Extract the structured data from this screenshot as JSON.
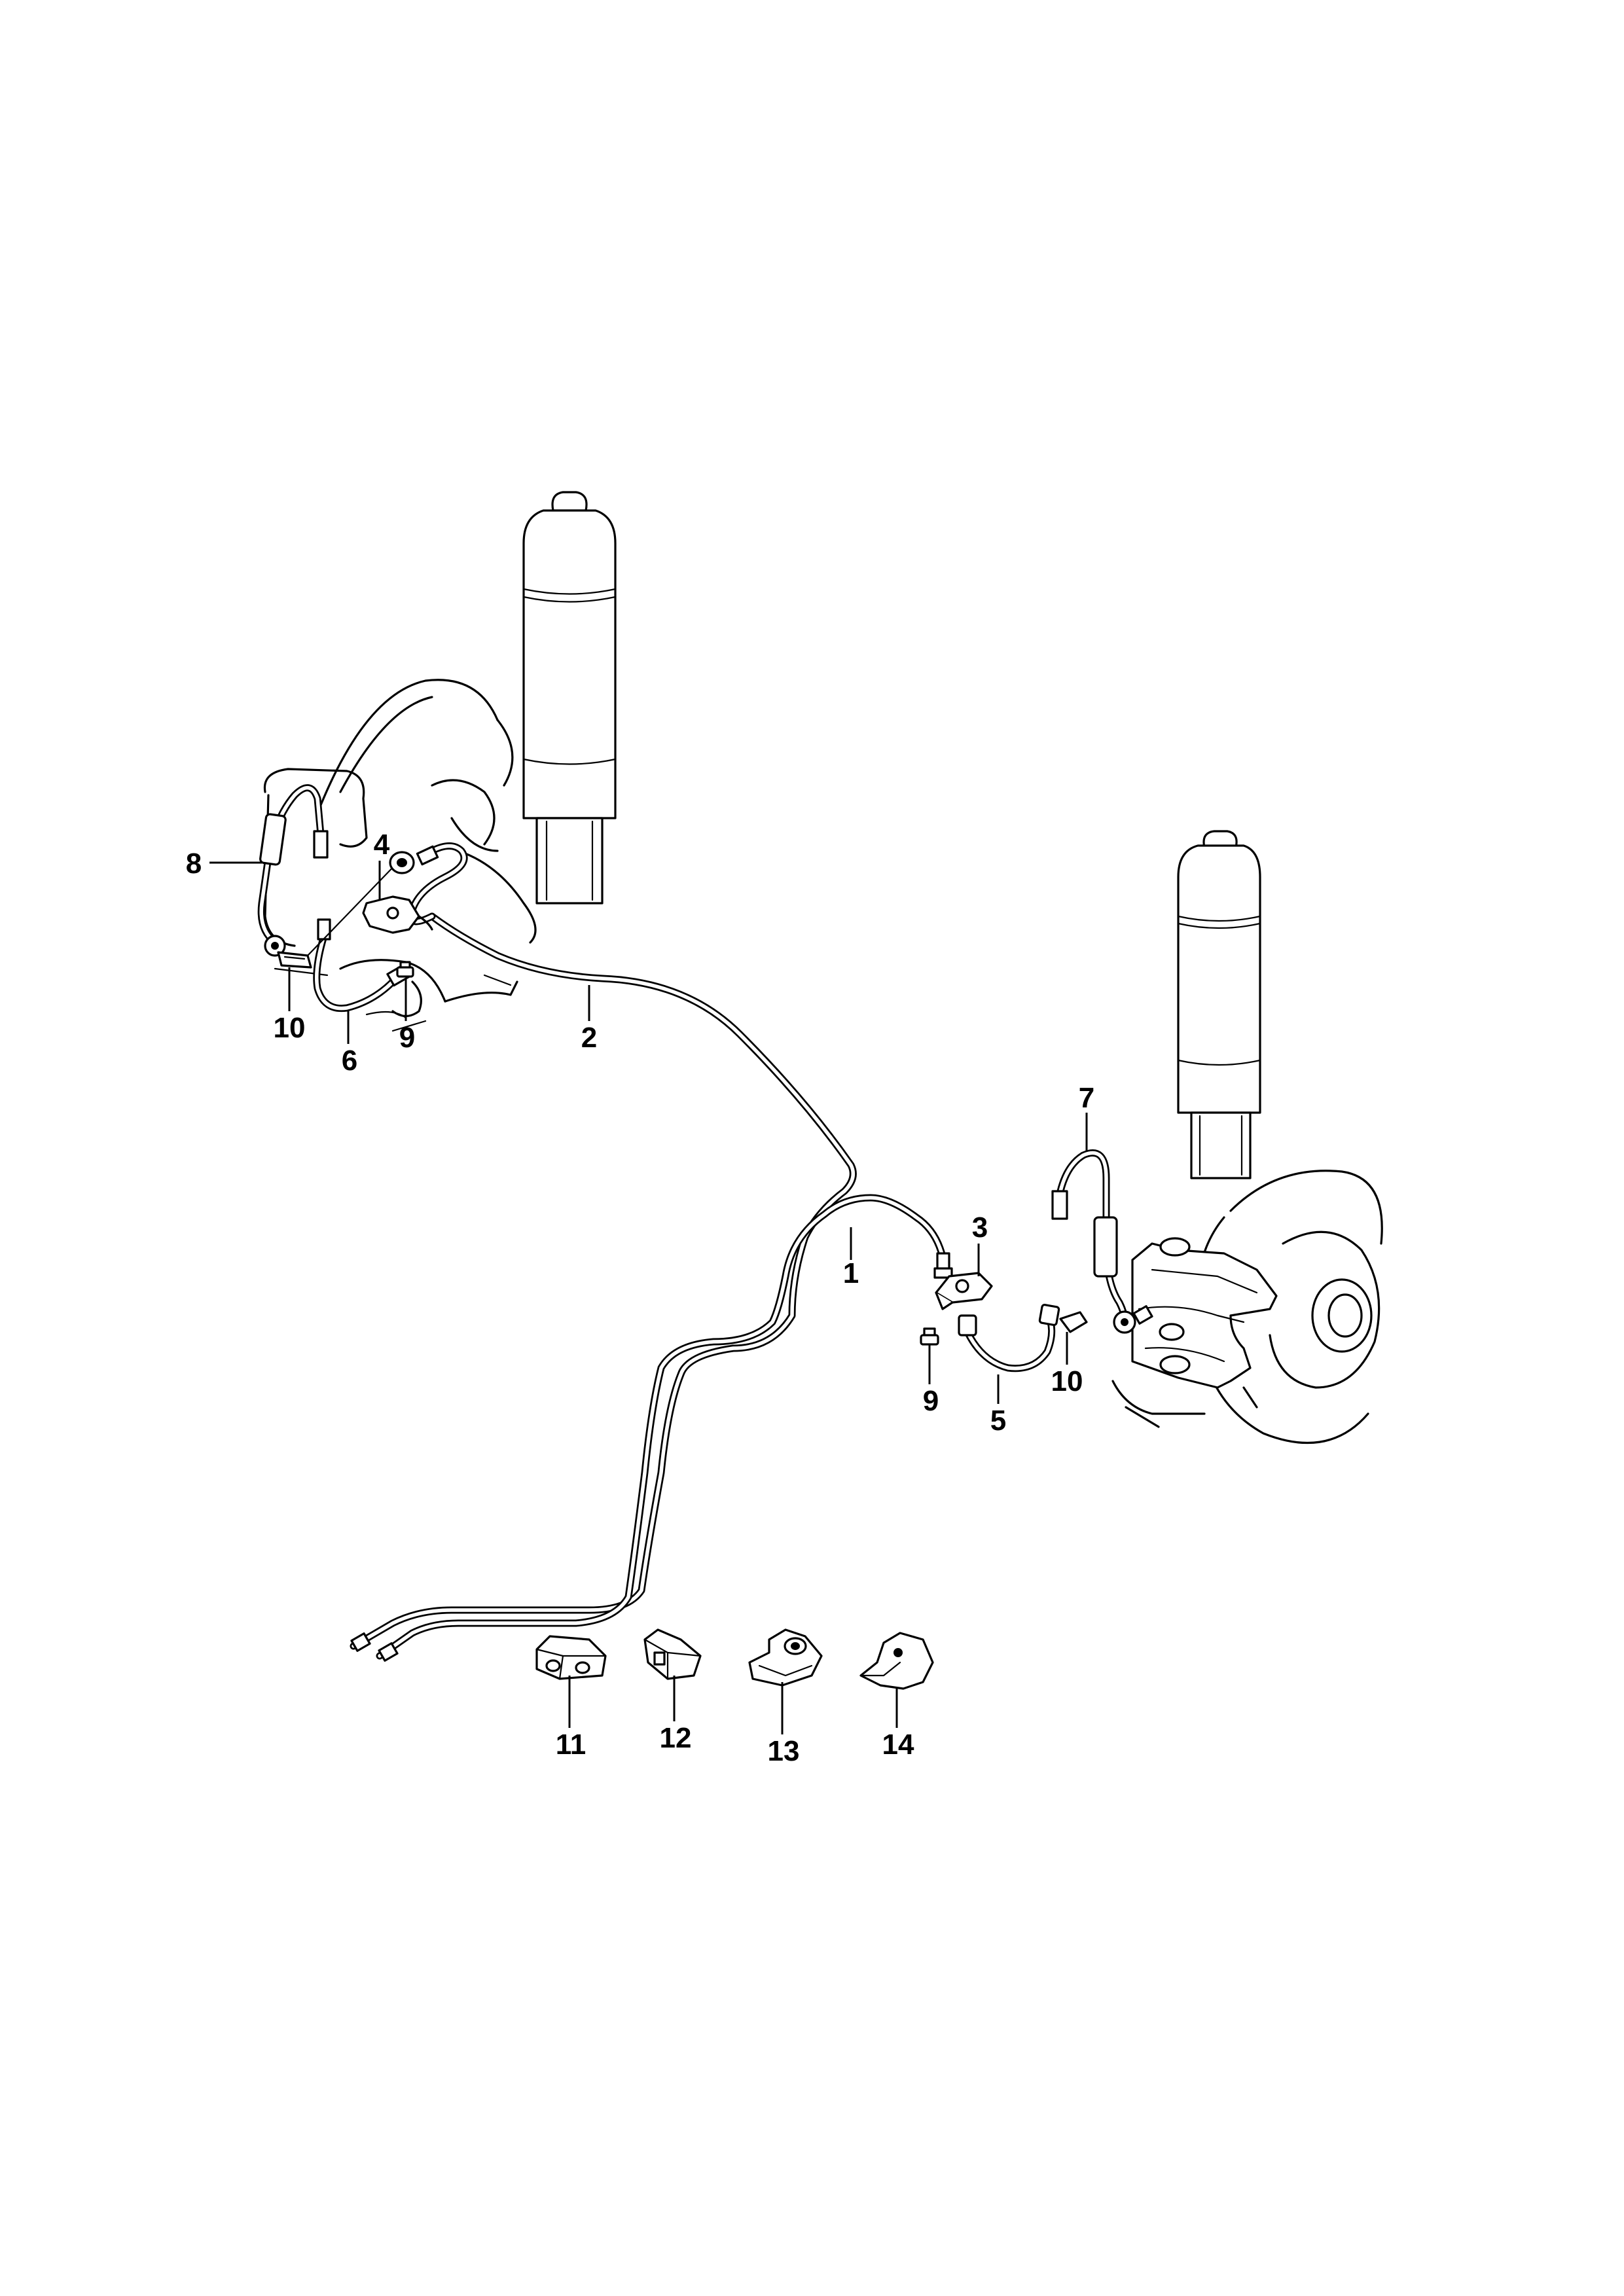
{
  "diagram": {
    "labels": [
      {
        "id": "l1",
        "text": "1"
      },
      {
        "id": "l2",
        "text": "2"
      },
      {
        "id": "l3",
        "text": "3"
      },
      {
        "id": "l4",
        "text": "4"
      },
      {
        "id": "l5",
        "text": "5"
      },
      {
        "id": "l6",
        "text": "6"
      },
      {
        "id": "l7",
        "text": "7"
      },
      {
        "id": "l8",
        "text": "8"
      },
      {
        "id": "l9a",
        "text": "9"
      },
      {
        "id": "l9b",
        "text": "9"
      },
      {
        "id": "l10a",
        "text": "10"
      },
      {
        "id": "l10b",
        "text": "10"
      },
      {
        "id": "l11",
        "text": "11"
      },
      {
        "id": "l12",
        "text": "12"
      },
      {
        "id": "l13",
        "text": "13"
      },
      {
        "id": "l14",
        "text": "14"
      }
    ]
  }
}
